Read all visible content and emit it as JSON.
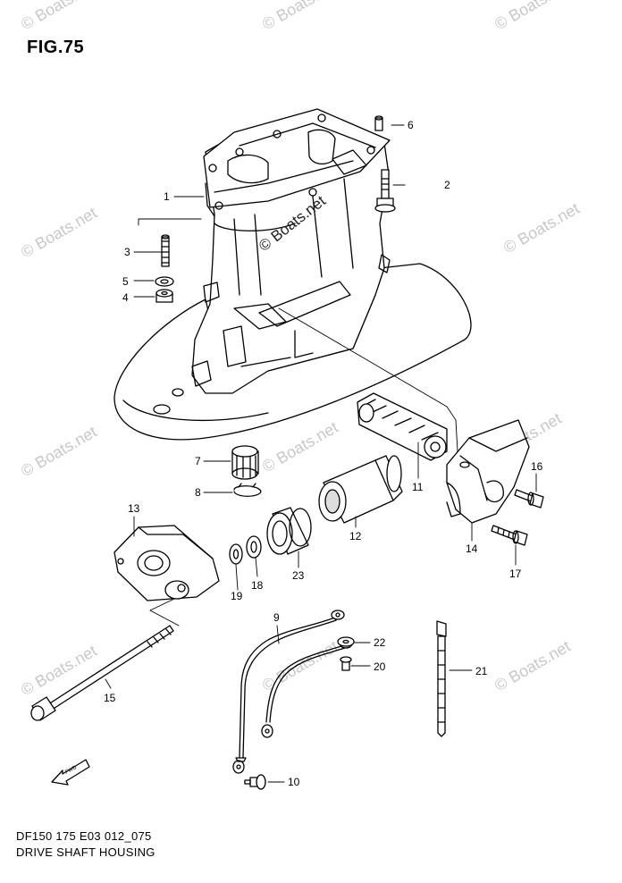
{
  "figure": {
    "title": "FIG.75",
    "code": "DF150 175 E03 012_075",
    "name": "DRIVE SHAFT HOUSING",
    "watermark": "© Boats.net",
    "fwd_tag": "FWD"
  },
  "callouts": [
    "1",
    "2",
    "3",
    "4",
    "5",
    "6",
    "7",
    "8",
    "9",
    "10",
    "11",
    "12",
    "13",
    "14",
    "15",
    "16",
    "17",
    "18",
    "19",
    "20",
    "21",
    "22",
    "23"
  ]
}
